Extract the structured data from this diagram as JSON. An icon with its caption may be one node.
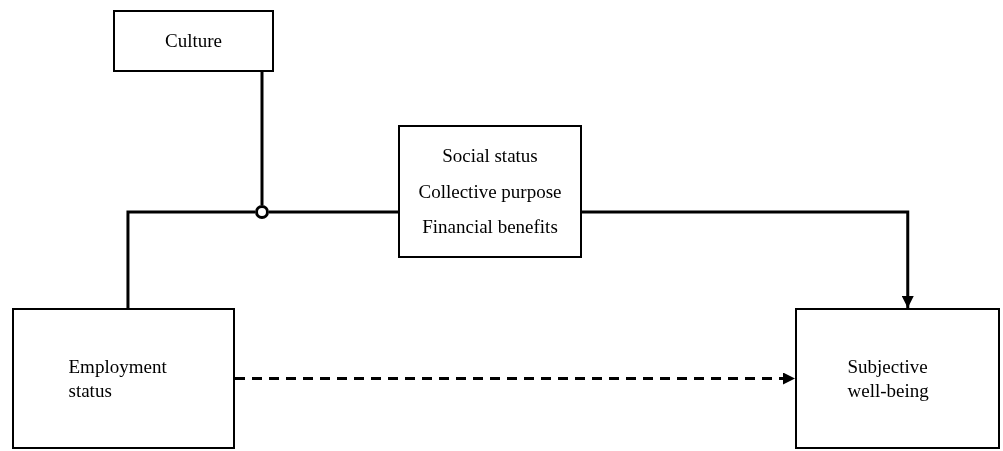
{
  "diagram": {
    "nodes": [
      {
        "text": [
          "Culture"
        ]
      },
      {
        "text": [
          "Social status",
          "Collective purpose",
          "Financial benefits"
        ]
      },
      {
        "text": [
          "Employment status"
        ]
      },
      {
        "text": [
          "Subjective well-being"
        ]
      },
      {
        "text": [],
        "shape": "circle"
      }
    ],
    "edges": [
      {
        "from": 0,
        "to": 4,
        "arrow": "none"
      },
      {
        "from": 2,
        "to": 4,
        "arrow": "none"
      },
      {
        "from": 4,
        "to": 1,
        "arrow": "none"
      },
      {
        "from": 1,
        "to": 3,
        "arrow": "to"
      },
      {
        "from": 2,
        "to": 3,
        "arrow": "to",
        "style": "dashed"
      }
    ]
  }
}
